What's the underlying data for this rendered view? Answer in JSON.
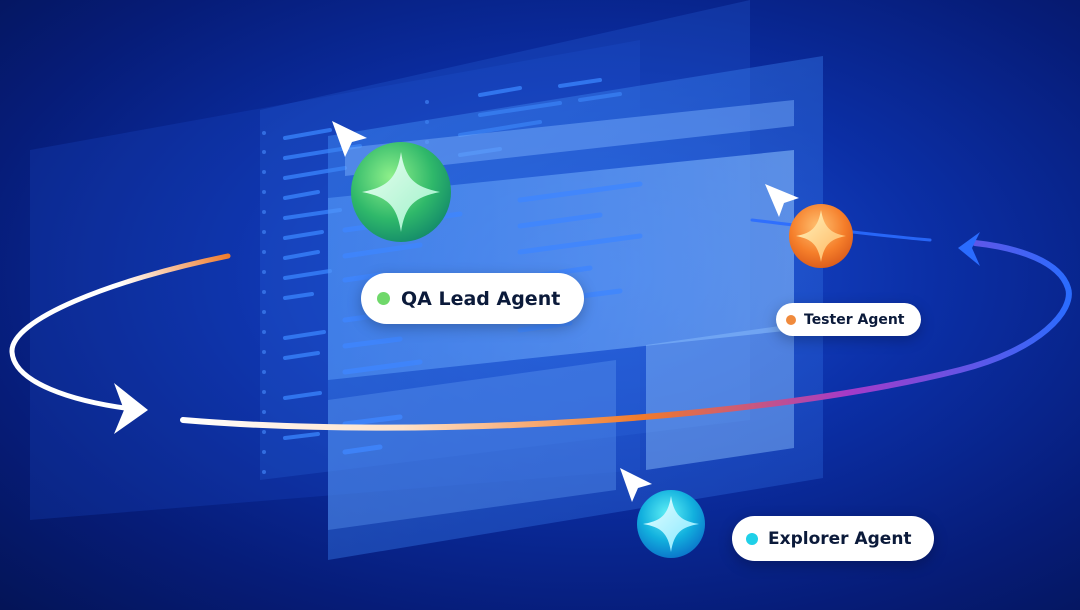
{
  "agents": {
    "qa_lead": {
      "label": "QA Lead Agent",
      "color": "#6fd86a",
      "icon": "sparkle-icon"
    },
    "tester": {
      "label": "Tester Agent",
      "color": "#f08a3c",
      "icon": "sparkle-icon"
    },
    "explorer": {
      "label": "Explorer Agent",
      "color": "#1fd0e8",
      "icon": "sparkle-icon"
    }
  },
  "colors": {
    "background_dark": "#041457",
    "background_mid": "#0b2fa6",
    "orbit_white": "#ffffff",
    "orbit_orange": "#f07a2a",
    "orbit_purple": "#8a3ad0",
    "orbit_blue": "#2a6cff"
  }
}
